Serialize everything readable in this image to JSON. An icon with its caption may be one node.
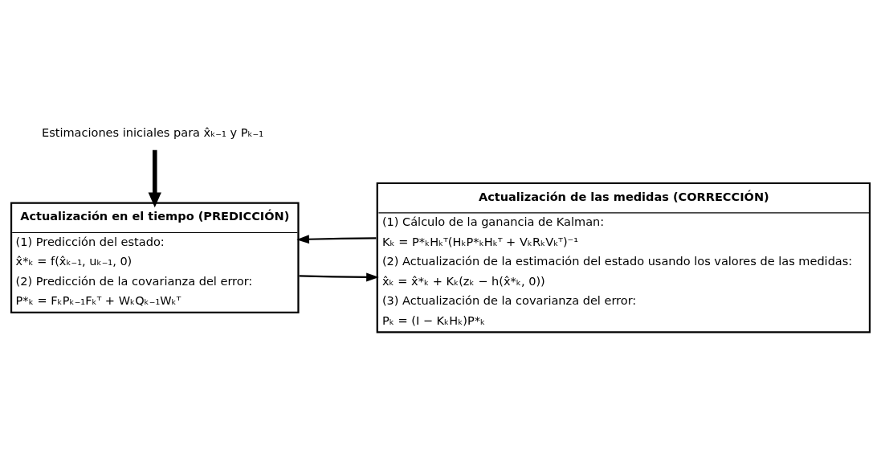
{
  "diagram": {
    "nodes": [
      {
        "text": [
          "Actualización en el tiempo (PREDICCIÓN)",
          "(1) Predicción del estado:",
          "x̂*ₖ = f(x̂ₖ₋₁, uₖ₋₁, 0)",
          "(2) Predicción de la covarianza del error:",
          "P*ₖ = FₖPₖ₋₁Fₖᵀ + WₖQₖ₋₁Wₖᵀ"
        ]
      },
      {
        "text": [
          "Actualización de las medidas (CORRECCIÓN)",
          "(1) Cálculo de la ganancia de Kalman:",
          "Kₖ = P*ₖHₖᵀ(HₖP*ₖHₖᵀ + VₖRₖVₖᵀ)⁻¹",
          "(2) Actualización de la estimación del estado usando los valores de las medidas:",
          "x̂ₖ = x̂*ₖ + Kₖ(zₖ − h(x̂*ₖ, 0))",
          "(3) Actualización de la covarianza del error:",
          "Pₖ = (I − KₖHₖ)P*ₖ"
        ]
      },
      {
        "text": [
          "Estimaciones iniciales para x̂ₖ₋₁ y Pₖ₋₁"
        ]
      }
    ],
    "edges": [
      {
        "from": 0,
        "to": 1,
        "arrow": "to"
      },
      {
        "from": 1,
        "to": 0,
        "arrow": "to"
      },
      {
        "from": 2,
        "to": 0,
        "arrow": "to",
        "style": "thick"
      }
    ]
  }
}
